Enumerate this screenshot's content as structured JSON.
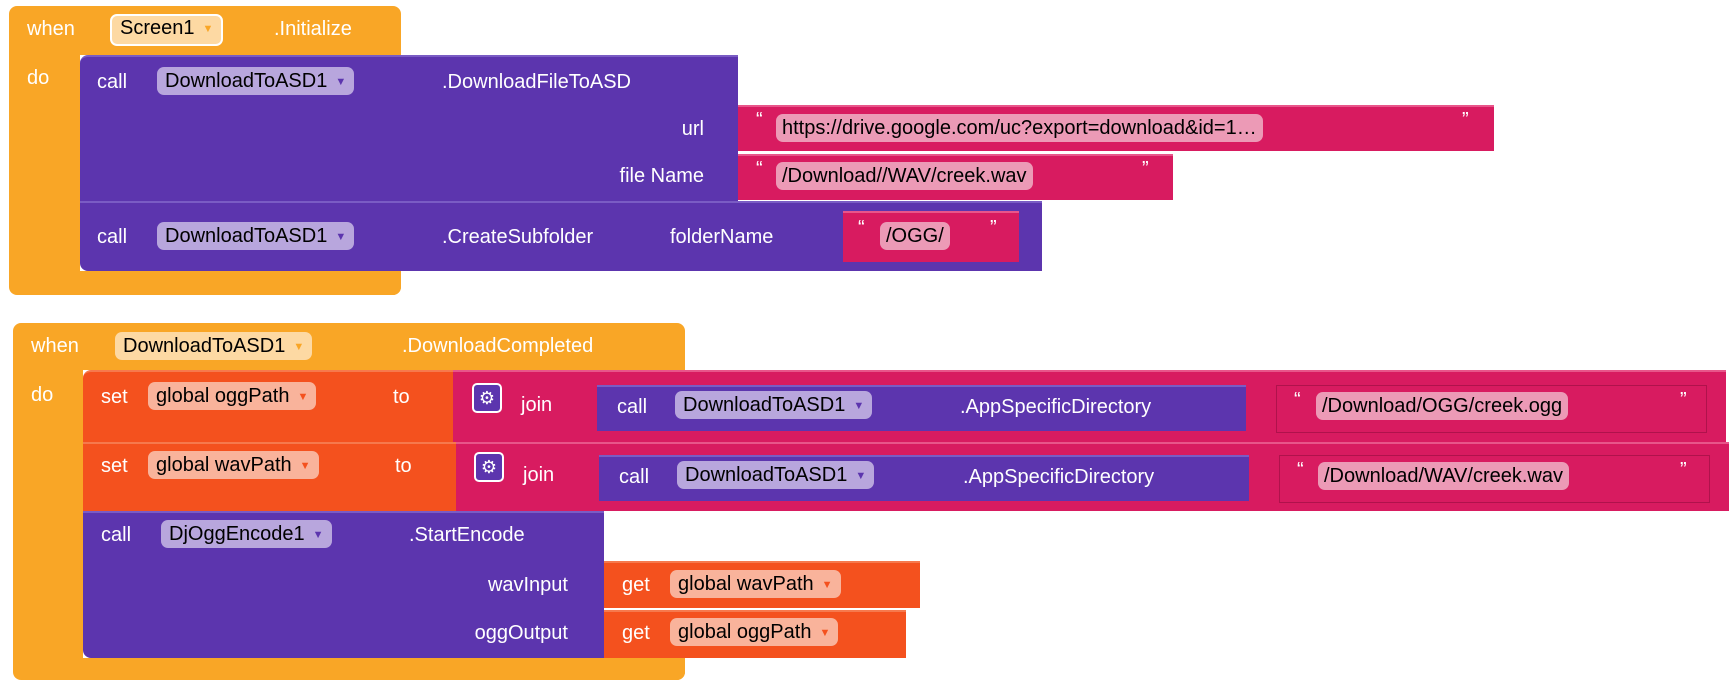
{
  "block1": {
    "when": "when",
    "component": "Screen1",
    "event": ".Initialize",
    "do": "do",
    "call1": {
      "call": "call",
      "component": "DownloadToASD1",
      "method": ".DownloadFileToASD",
      "url_label": "url",
      "url_value": "https://drive.google.com/uc?export=download&id=1…",
      "filename_label": "file Name",
      "filename_value": "/Download//WAV/creek.wav"
    },
    "call2": {
      "call": "call",
      "component": "DownloadToASD1",
      "method": ".CreateSubfolder",
      "param_label": "folderName",
      "param_value": "/OGG/"
    }
  },
  "block2": {
    "when": "when",
    "component": "DownloadToASD1",
    "event": ".DownloadCompleted",
    "do": "do",
    "set1": {
      "set": "set",
      "var": "global oggPath",
      "to": "to",
      "join": "join",
      "call": "call",
      "component": "DownloadToASD1",
      "method": ".AppSpecificDirectory",
      "string": "/Download/OGG/creek.ogg"
    },
    "set2": {
      "set": "set",
      "var": "global wavPath",
      "to": "to",
      "join": "join",
      "call": "call",
      "component": "DownloadToASD1",
      "method": ".AppSpecificDirectory",
      "string": "/Download/WAV/creek.wav"
    },
    "call3": {
      "call": "call",
      "component": "DjOggEncode1",
      "method": ".StartEncode",
      "p1_label": "wavInput",
      "p1_get": "get",
      "p1_var": "global wavPath",
      "p2_label": "oggOutput",
      "p2_get": "get",
      "p2_var": "global oggPath"
    }
  },
  "quote_open": "“",
  "quote_close": "”",
  "dropdown_arrow": "▼",
  "gear": "⚙"
}
